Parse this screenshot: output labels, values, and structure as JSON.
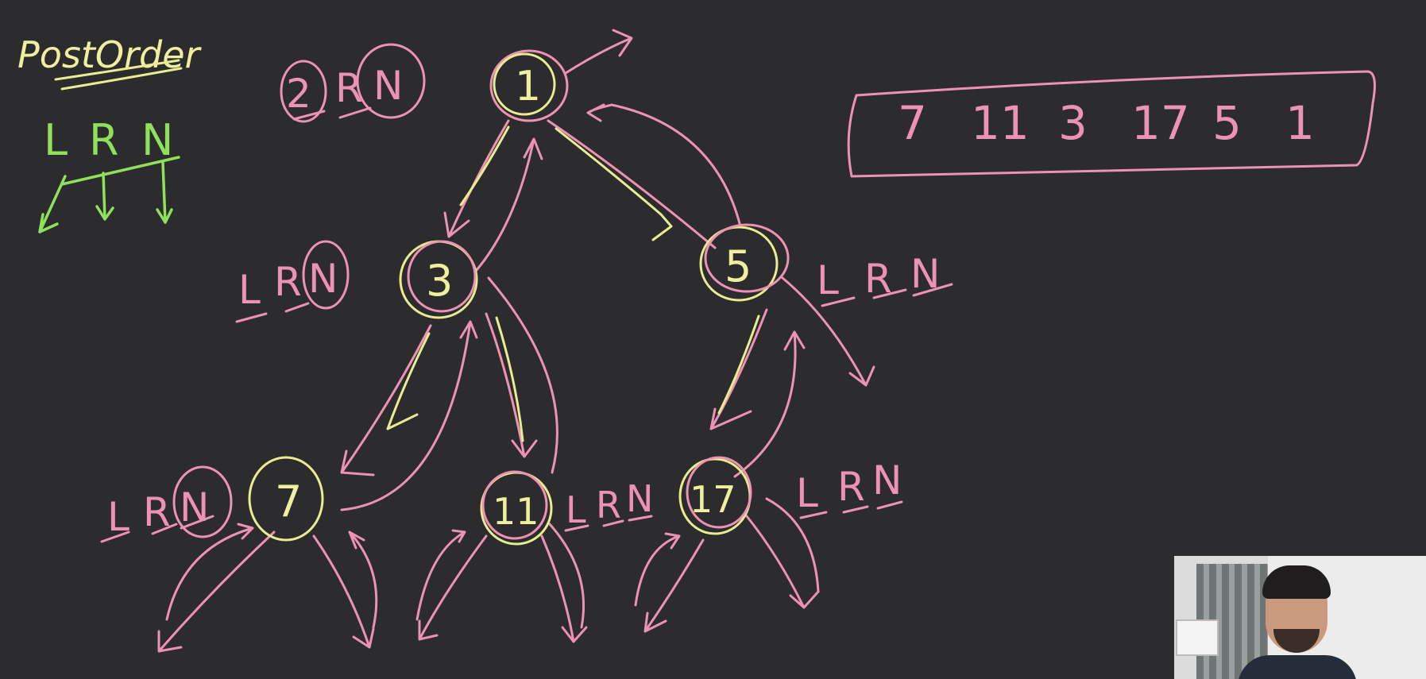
{
  "title": "PostOrder",
  "legend": {
    "order": [
      "L",
      "R",
      "N"
    ]
  },
  "nodes": [
    {
      "id": "root",
      "value": "1",
      "annotation": [
        "2",
        "R",
        "N"
      ]
    },
    {
      "id": "left",
      "value": "3",
      "annotation": [
        "L",
        "R",
        "N"
      ]
    },
    {
      "id": "right",
      "value": "5",
      "annotation": [
        "L",
        "R",
        "N"
      ]
    },
    {
      "id": "left-left",
      "value": "7",
      "annotation": [
        "L",
        "R",
        "N"
      ]
    },
    {
      "id": "left-right",
      "value": "11",
      "annotation": [
        "L",
        "R",
        "N"
      ]
    },
    {
      "id": "right-left",
      "value": "17",
      "annotation": [
        "L",
        "R",
        "N"
      ]
    }
  ],
  "output_sequence": [
    "7",
    "11",
    "3",
    "17",
    "5",
    "1"
  ],
  "colors": {
    "background": "#2c2b2d",
    "pink_ink": "#ec93b3",
    "yellow_ink": "#e8ec92",
    "green_ink": "#8fe05a"
  }
}
